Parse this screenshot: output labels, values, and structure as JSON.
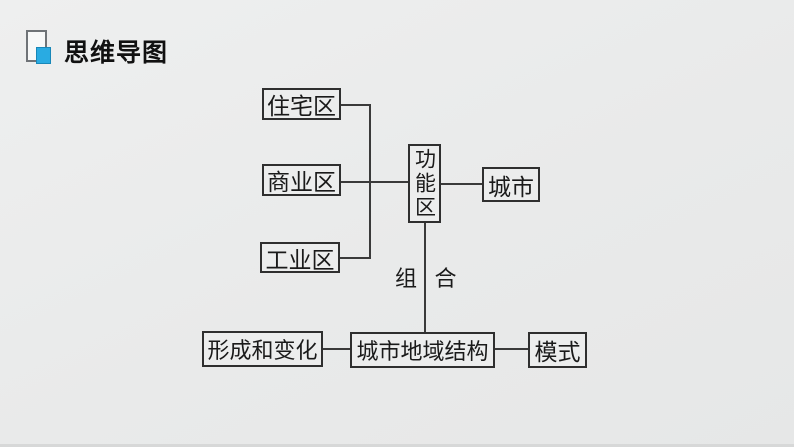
{
  "slide": {
    "header": {
      "title": "思维导图",
      "icon": "document-with-accent-square"
    },
    "colors": {
      "accent": "#29abe2",
      "background": "#e9eaea",
      "line": "#3a3a3a"
    },
    "diagram": {
      "nodes": {
        "residential": "住宅区",
        "commercial": "商业区",
        "industrial": "工业区",
        "functional_zone": "功能区",
        "city": "城市",
        "formation_and_change": "形成和变化",
        "urban_regional_structure": "城市地域结构",
        "model": "模式"
      },
      "edge_label": "组 合"
    }
  }
}
